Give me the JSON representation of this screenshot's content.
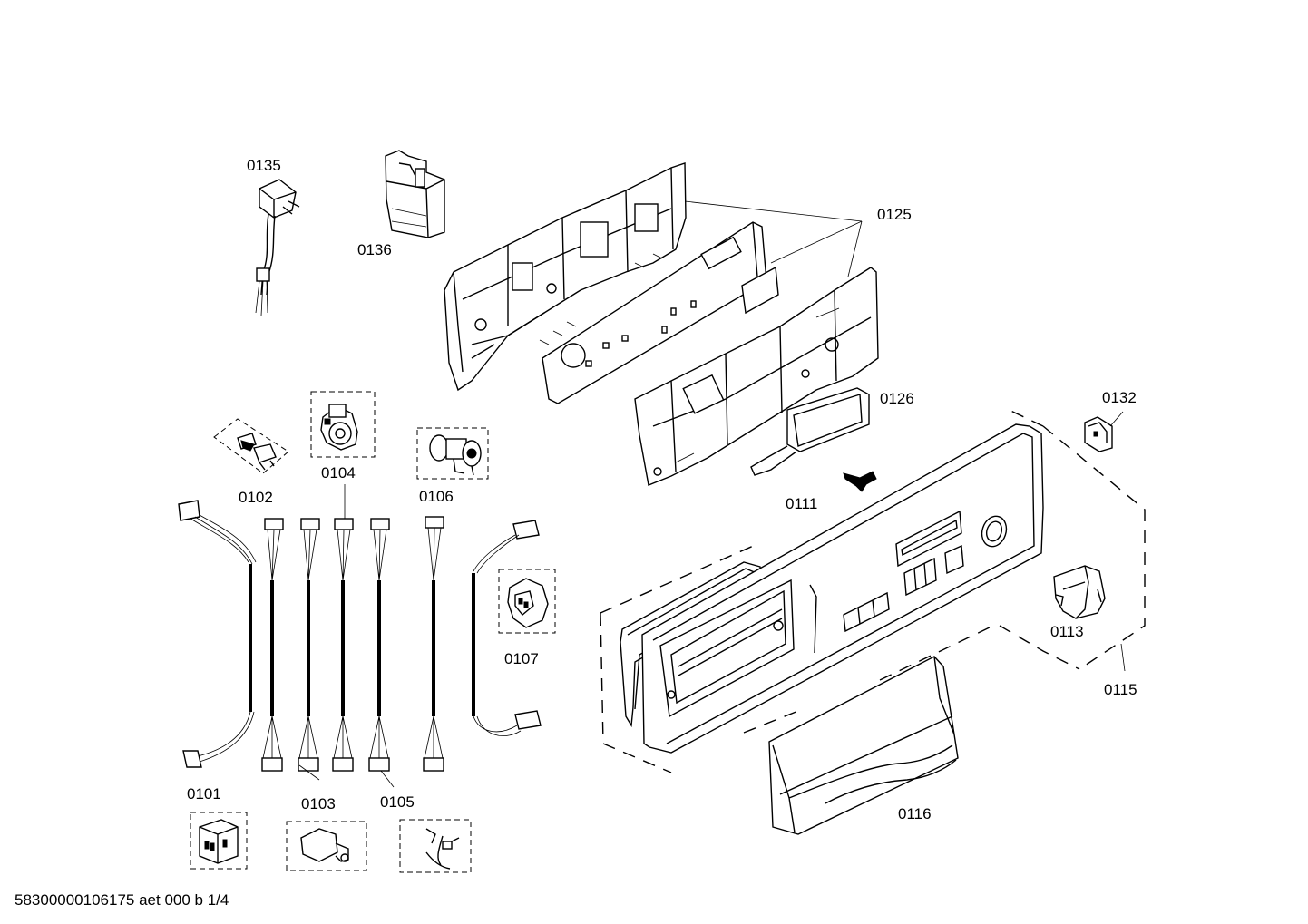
{
  "labels": {
    "p0101": "0101",
    "p0102": "0102",
    "p0103": "0103",
    "p0104": "0104",
    "p0105": "0105",
    "p0106": "0106",
    "p0107": "0107",
    "p0111": "0111",
    "p0113": "0113",
    "p0115": "0115",
    "p0116": "0116",
    "p0125": "0125",
    "p0126": "0126",
    "p0132": "0132",
    "p0135": "0135",
    "p0136": "0136"
  },
  "footer": "58300000106175 aet 000 b 1/4"
}
